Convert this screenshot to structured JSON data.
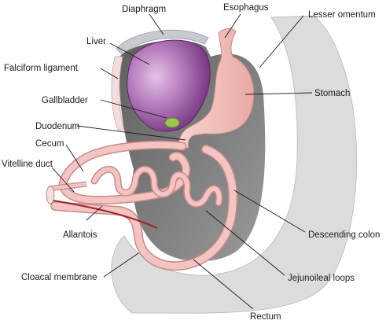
{
  "labels": {
    "diaphragm": "Diaphragm",
    "esophagus": "Esophagus",
    "lesser_omentum": "Lesser omentum",
    "liver": "Liver",
    "falciform_ligament": "Falciform ligament",
    "stomach": "Stomach",
    "gallbladder": "Gallbladder",
    "duodenum": "Duodenum",
    "cecum": "Cecum",
    "vitelline_duct": "Vitelline duct",
    "allantois": "Allantois",
    "descending_colon": "Descending colon",
    "cloacal_membrane": "Cloacal membrane",
    "jejunoileal_loops": "Jejunoileal loops",
    "rectum": "Rectum"
  },
  "colors": {
    "body_wall": "#dcdcdc",
    "cavity": "#7a7a7a",
    "liver": "#a05aa8",
    "gut": "#f3c4c1",
    "gut_outline": "#c98a88",
    "gallbladder": "#9bc84a",
    "vessel": "#a3232b"
  }
}
